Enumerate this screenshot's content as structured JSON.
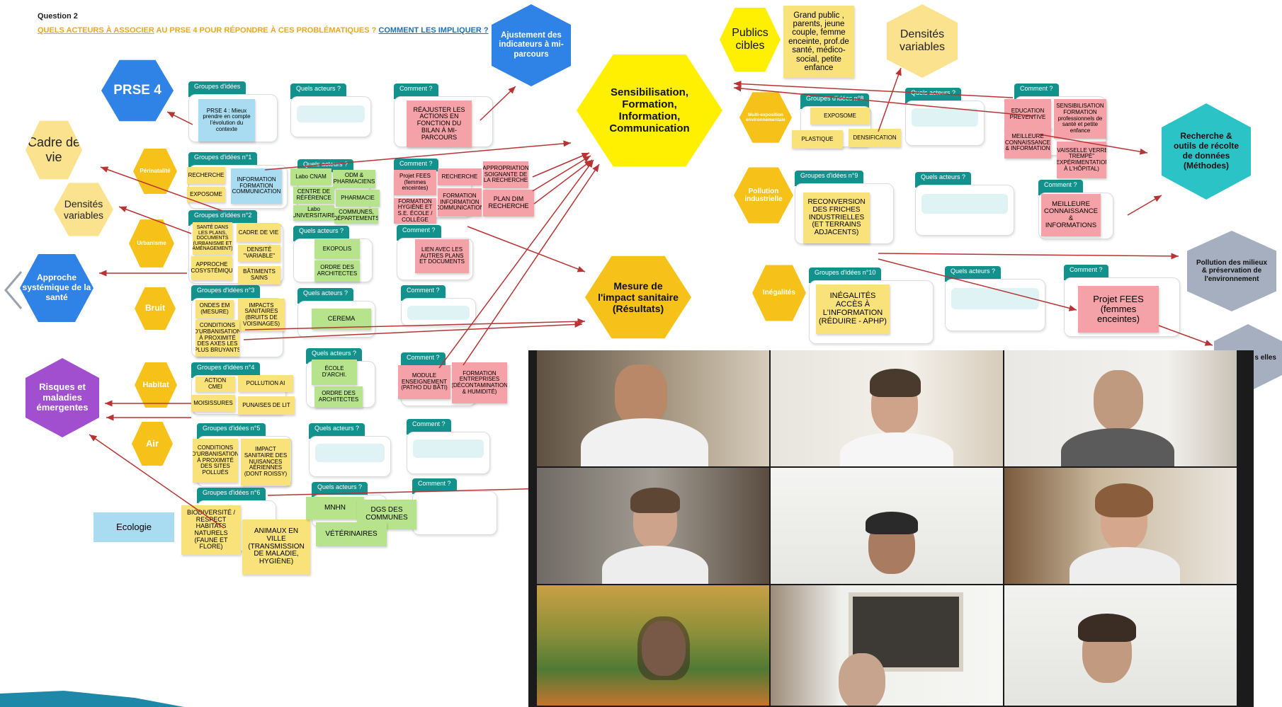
{
  "slide": {
    "question_number": "Question 2",
    "question_part1": "QUELS ACTEURS À ASSOCIER",
    "question_part2": " AU PRSE 4 POUR RÉPONDRE À CES PROBLÉMATIQUES ?",
    "question_part3": "COMMENT LES IMPLIQUER ?"
  },
  "headings": {
    "groupes": "Groupes d'idées",
    "quels": "Quels acteurs ?",
    "comment": "Comment ?",
    "g1": "Groupes d'idées n°1",
    "g2": "Groupes d'idées n°2",
    "g3": "Groupes d'idées n°3",
    "g4": "Groupes d'idées n°4",
    "g5": "Groupes d'idées n°5",
    "g6": "Groupes d'idées n°6",
    "g8": "Groupes d'idées n°8",
    "g9": "Groupes d'idées n°9",
    "g10": "Groupes d'idées n°10"
  },
  "hexagons": {
    "prse4": "PRSE 4",
    "cadre": "Cadre de vie",
    "densites_left": "Densités variables",
    "perinatalite": "Périnatalité",
    "urbanisme": "Urbanisme",
    "approche": "Approche systémique de la santé",
    "bruit": "Bruit",
    "risques": "Risques et maladies émergentes",
    "habitat": "Habitat",
    "air": "Air",
    "ajustement": "Ajustement des indicateurs à mi-parcours",
    "sensibilisation": "Sensibilisation, Formation, Information, Communication",
    "mesure": "Mesure de l'impact sanitaire (Résultats)",
    "publics": "Publics cibles",
    "densites_right": "Densités variables",
    "multi": "Multi-exposition environnementale",
    "pollution_ind": "Pollution industrielle",
    "inegalites": "Inégalités",
    "recherche": "Recherche & outils de récolte de données (Méthodes)",
    "pollution_milieux": "Pollution des milieux & préservation de l'environnement",
    "partial": "s elles"
  },
  "ecologie": "Ecologie",
  "grand_public": "Grand public , parents, jeune couple, femme enceinte, prof.de santé, médico-social, petite enfance",
  "notes": {
    "prse4_note": "PRSE 4 : Mieux prendre en compte l'évolution du contexte",
    "reajuster": "Réajuster les actions en fonction du bilan à mi-parcours",
    "recherche1": "RECHERCHE",
    "exposome1": "EXPOSOME",
    "info_form": "INFORMATION FORMATION COMMUNICATION",
    "labo_cnam": "Labo CNAM",
    "odm_pharma": "ODM & PHARMACIENS",
    "centre_ref": "CENTRE DE RÉFÉRENCE",
    "pharmacie": "PHARMACIE",
    "labo_univ": "Labo UNIVERSITAIRE",
    "communes_dep": "COMMUNES, DÉPARTEMENTS",
    "projet_fees1": "Projet FEES (femmes enceintes)",
    "recherche2": "RECHERCHE",
    "appropriation": "APPROPRIATION SOIGNANTE DE LA RECHERCHE",
    "formation_hyg": "FORMATION HYGIÈNE et S.E. ÉCOLE / COLLÈGE",
    "formation_info": "FORMATION INFORMATION COMMUNICATION",
    "plan_dim": "PLAN DIM RECHERCHE",
    "sante_plans": "SANTÉ DANS LES PLANS, DOCUMENTS (urbanisme et aménagement)",
    "cadre_de_vie": "CADRE DE VIE",
    "densite_var": "DENSITÉ \"VARIABLE\"",
    "approche_eco": "APPROCHE ÉCOSYSTÉMIQUE",
    "batiments": "BÂTIMENTS SAINS",
    "ekopolis": "EKOPOLIS",
    "ordre_arch1": "ORDRE des ARCHITECTES",
    "lien_plans": "LIEN AVEC LES AUTRES PLANS et DOCUMENTS",
    "ondes": "ONDES EM (mesure)",
    "impacts_san": "IMPACTS SANITAIRES (bruits de voisinages)",
    "conditions1": "CONDITIONS D'URBANISATION à proximité des axes les plus bruyants",
    "cerema": "CEREMA",
    "action_cmei": "ACTION CMEI",
    "pollution_ai": "POLLUTION AI",
    "moisissures": "MOISISSURES",
    "punaises": "PUNAISES DE LIT",
    "ecole_arch": "ÉCOLE D'ARCHI.",
    "ordre_arch2": "ORDRE des ARCHITECTES",
    "module": "MODULE ENSEIGNEMENT (Patho du bâti)",
    "formation_ent": "FORMATION ENTREPRISES (décontamination & humidité)",
    "conditions2": "CONDITIONS D'URBANISATION à proximité des sites pollués",
    "impact_aer": "IMPACT SANITAIRE des NUISANCES AÉRIENNES (dont Roissy)",
    "biodiversite": "BIODIVERSITÉ / RESPECT HABITATS NATURELS (faune et flore)",
    "animaux": "ANIMAUX EN VILLE (transmission de maladie, hygiène)",
    "mnhn": "MNHN",
    "dgs": "DGS des COMMUNES",
    "veterinaires": "VÉTÉRINAIRES",
    "exposome2": "EXPOSOME",
    "plastique": "PLASTIQUE",
    "densification": "DENSIFICATION",
    "education": "EDUCATION PRÉVENTIVE",
    "sensib_form": "SENSIBILISATION FORMATION professionnels de santé et petite enfance",
    "meilleure1": "Meilleure CONNAISSANCE & INFORMATION",
    "vaisselle": "\"VAISSELLE VERRE TREMPÉ\" (expérimentation à l'hôpital)",
    "reconversion": "RECONVERSION des FRICHES INDUSTRIELLES (et terrains adjacents)",
    "meilleure2": "Meilleure CONNAISSANCE & INFORMATIONS",
    "inegalites_acces": "INÉGALITÉS ACCÈS à l'INFORMATION (Réduire - APHP)",
    "projet_fees2": "Projet FEES (femmes enceintes)"
  },
  "colors": {
    "yellow_hex": "#f6c21a",
    "light_yellow_hex": "#fbe28e",
    "blue_hex": "#2f83e6",
    "purple_hex": "#a24fcf",
    "bright_yellow_hex": "#ffef00",
    "teal_hex": "#2cc3c6",
    "gray_hex": "#a6afc0",
    "tab_teal": "#13918c",
    "arrow": "#b83434"
  },
  "video_call": {
    "participants": 9
  }
}
